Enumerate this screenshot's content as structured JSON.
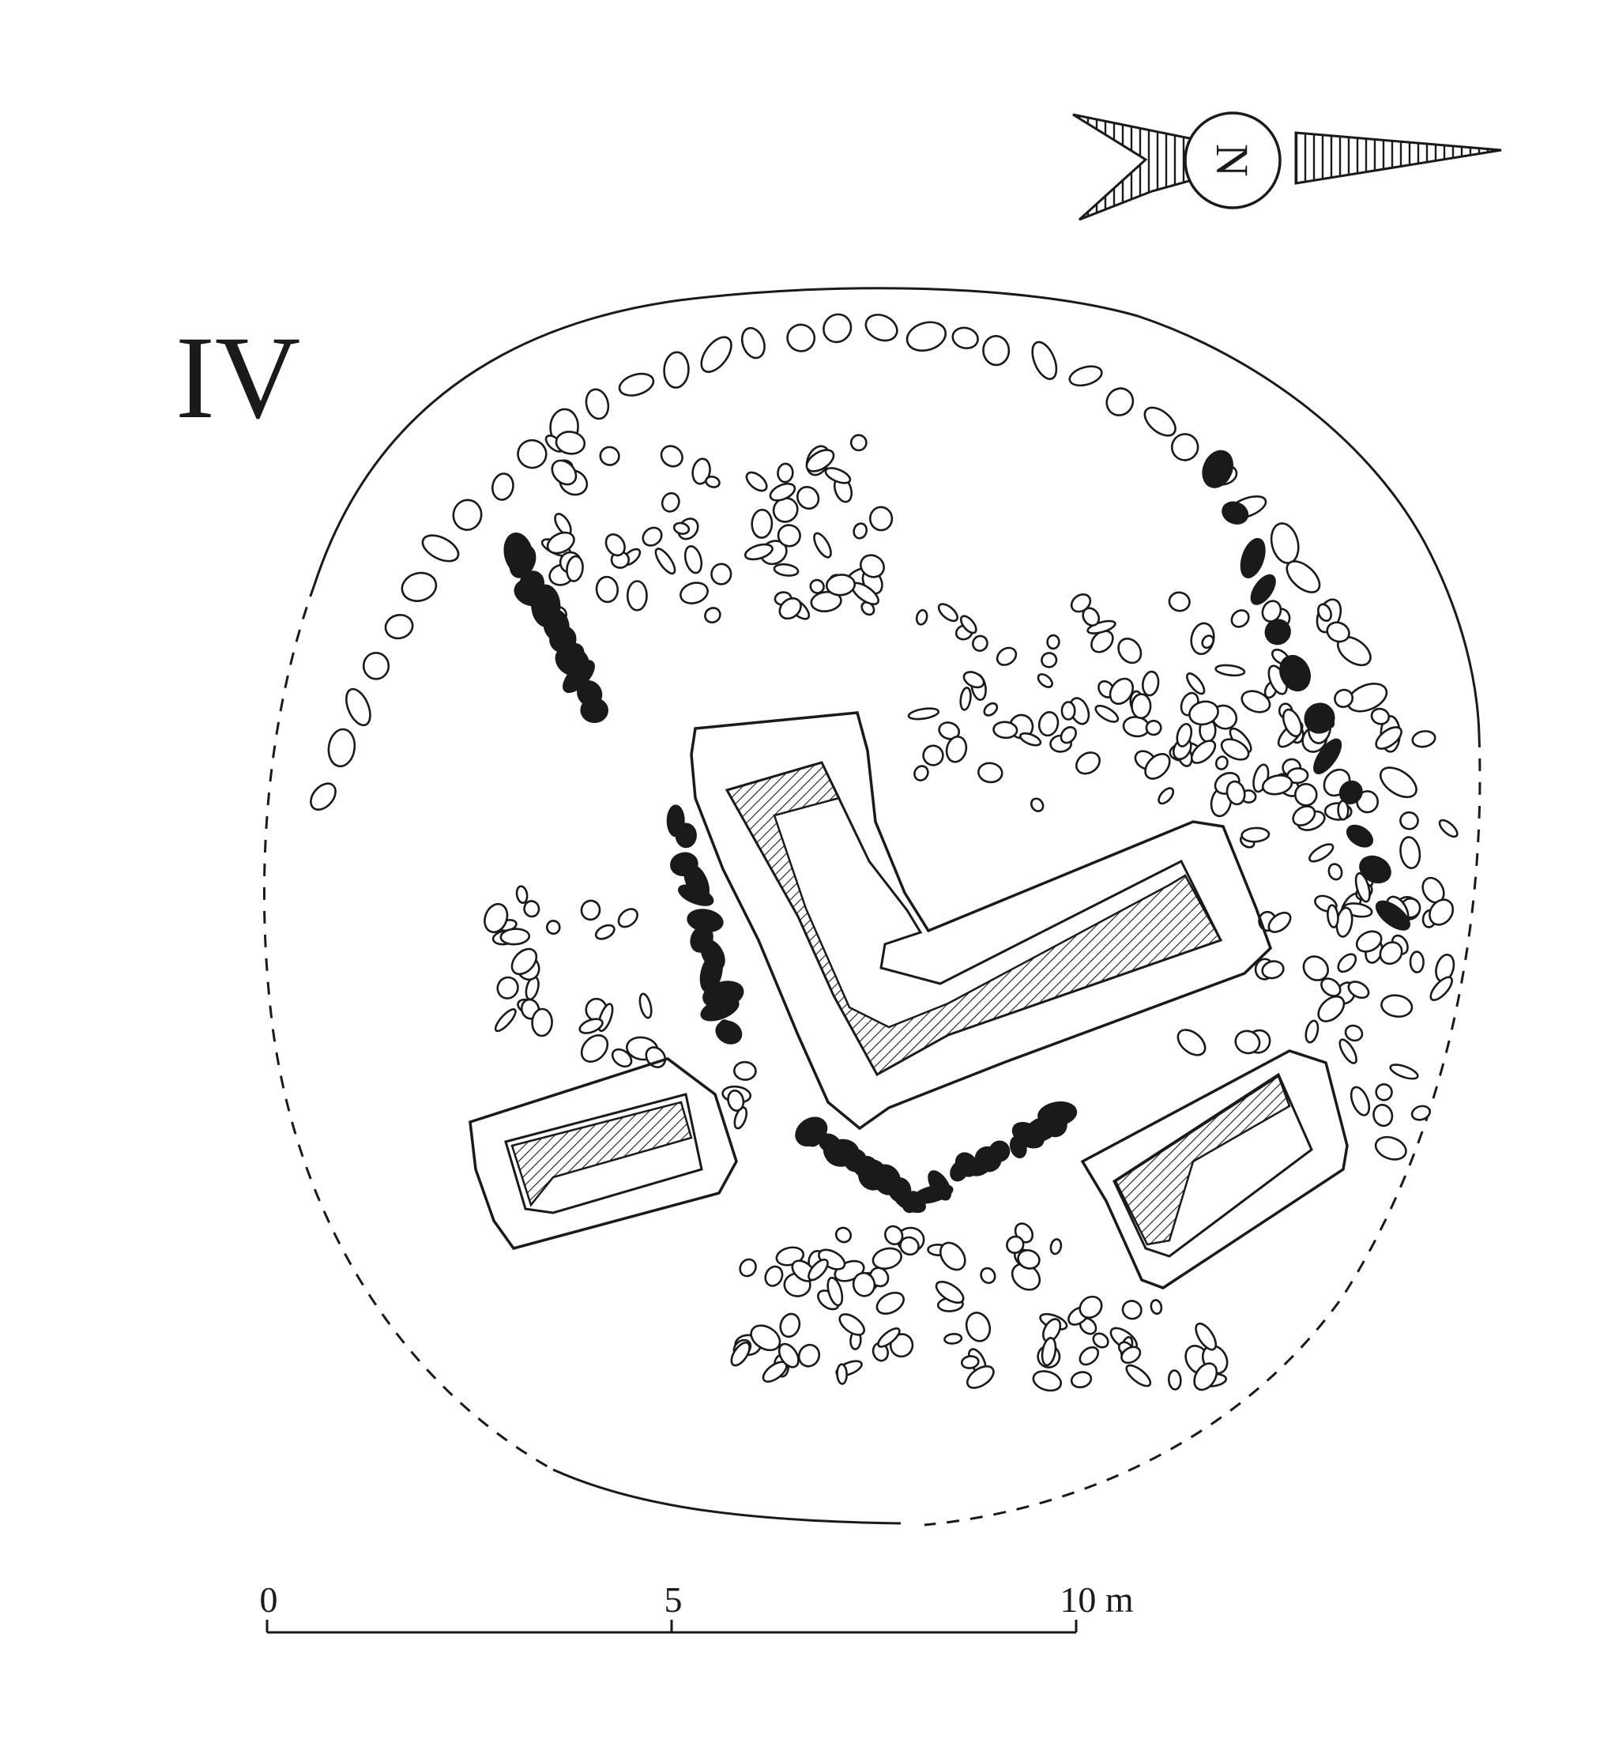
{
  "plan": {
    "label": "IV",
    "colors": {
      "ink": "#1a1a1a",
      "paper": "#ffffff"
    }
  },
  "north_arrow": {
    "letter": "N",
    "icon": "north-arrow-icon"
  },
  "scale_bar": {
    "ticks": [
      "0",
      "5",
      "10 m"
    ]
  }
}
